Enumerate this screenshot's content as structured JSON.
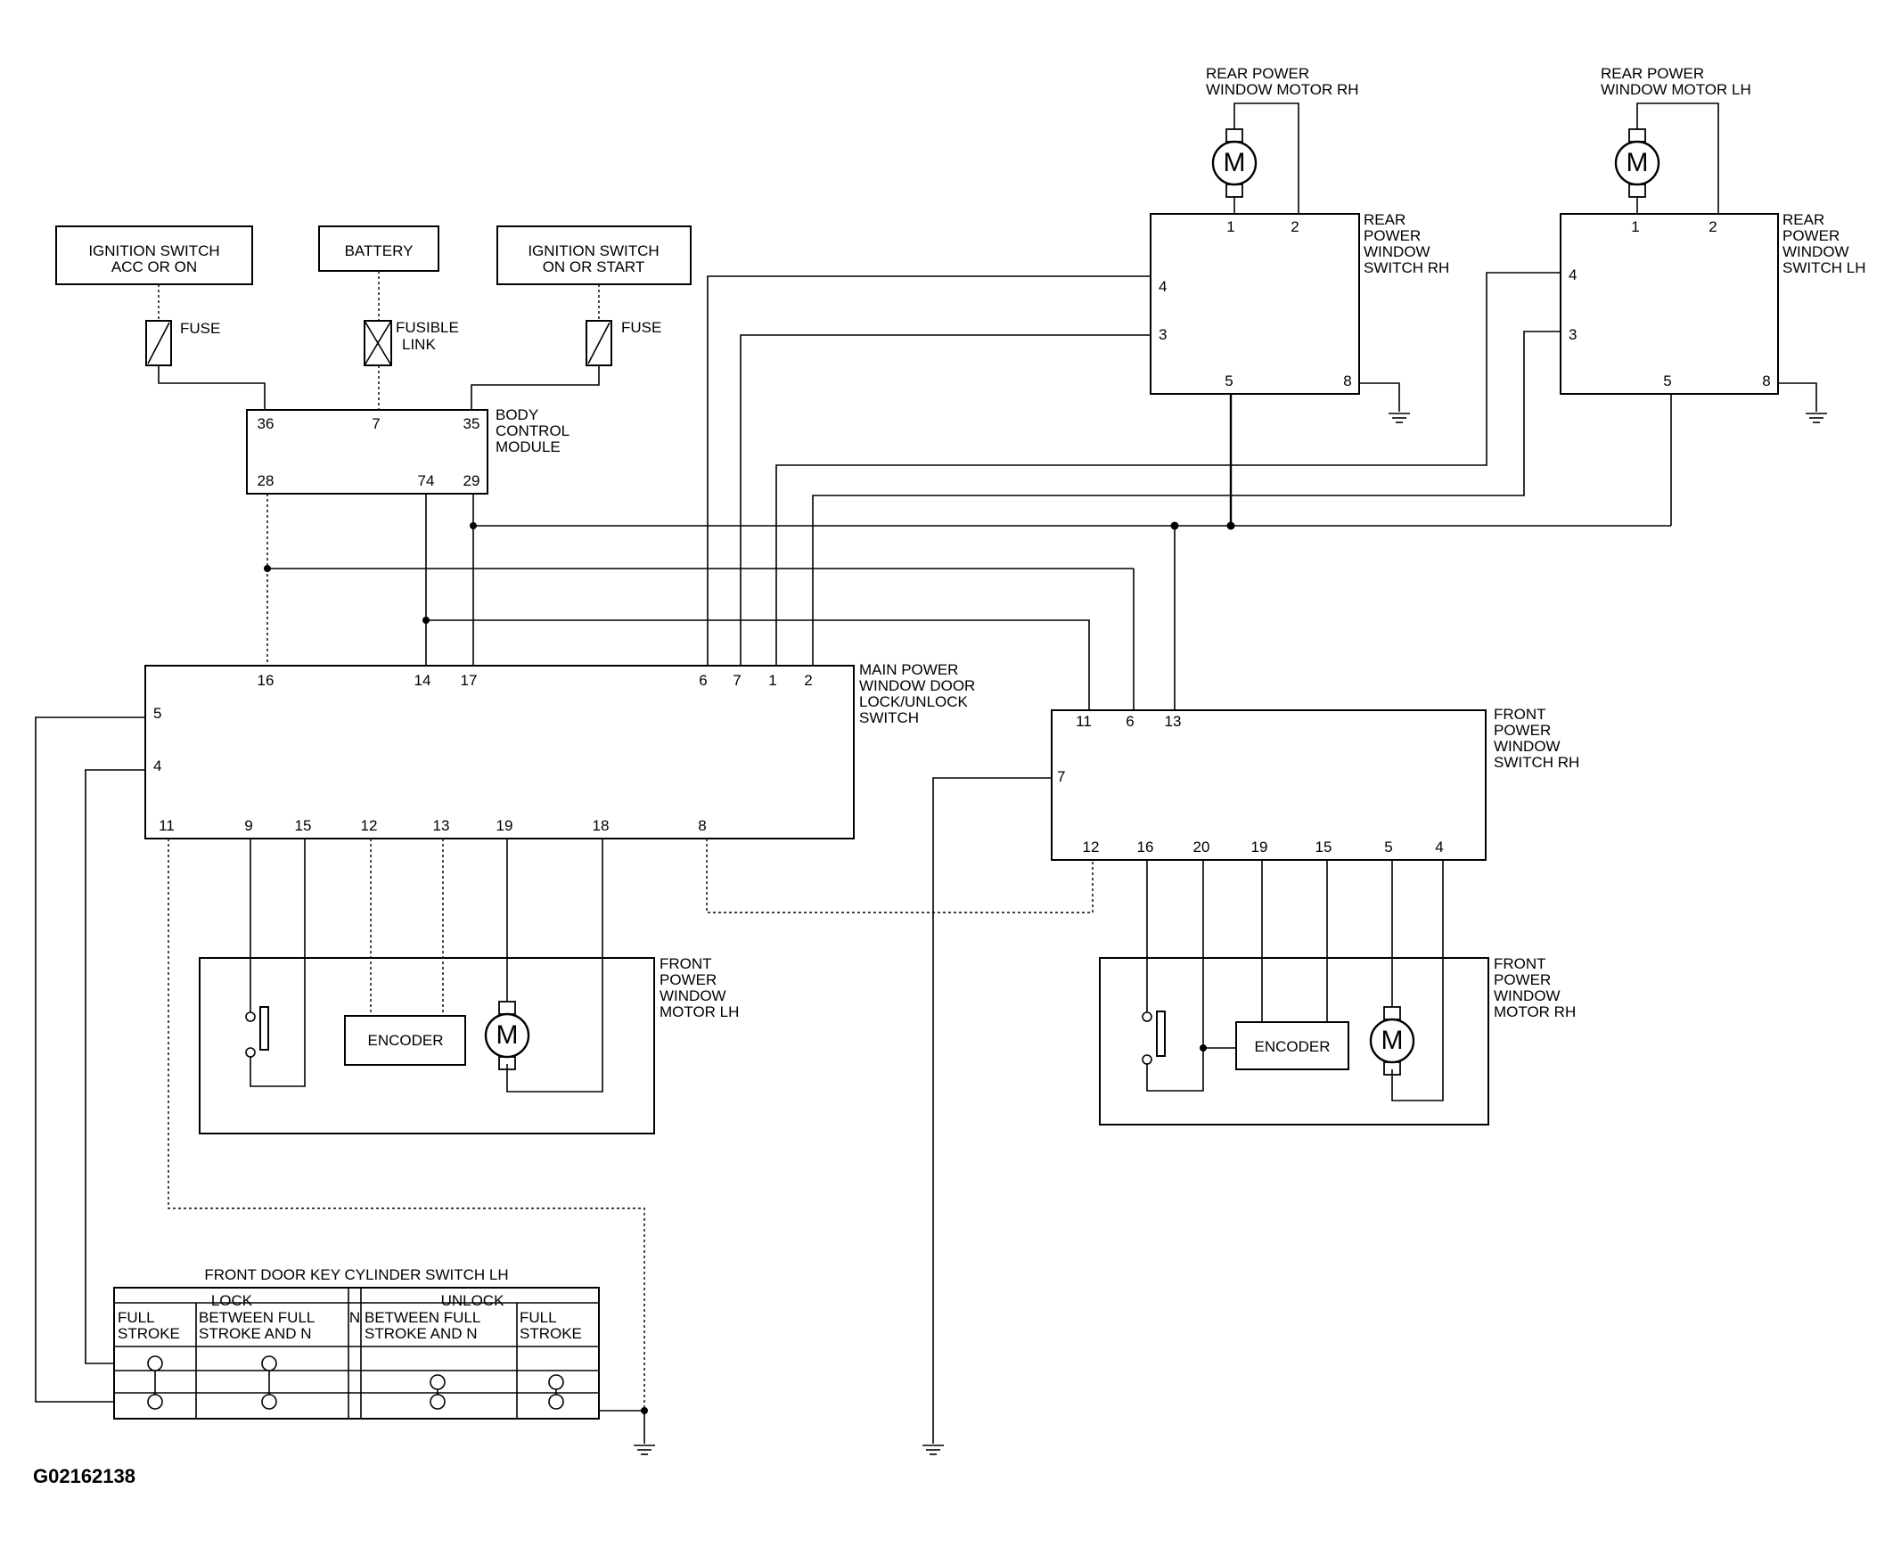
{
  "components": {
    "ign_acc": [
      "IGNITION SWITCH",
      "ACC OR ON"
    ],
    "battery": "BATTERY",
    "ign_start": [
      "IGNITION SWITCH",
      "ON OR START"
    ],
    "fuse": "FUSE",
    "fusible_link": [
      "FUSIBLE",
      "LINK"
    ],
    "bcm": [
      "BODY",
      "CONTROL",
      "MODULE"
    ],
    "main_switch": [
      "MAIN POWER",
      "WINDOW DOOR",
      "LOCK/UNLOCK",
      "SWITCH"
    ],
    "front_switch_rh": [
      "FRONT",
      "POWER",
      "WINDOW",
      "SWITCH RH"
    ],
    "rear_switch_rh": [
      "REAR",
      "POWER",
      "WINDOW",
      "SWITCH RH"
    ],
    "rear_switch_lh": [
      "REAR",
      "POWER",
      "WINDOW",
      "SWITCH LH"
    ],
    "rear_motor_rh": [
      "REAR POWER",
      "WINDOW MOTOR RH"
    ],
    "rear_motor_lh": [
      "REAR POWER",
      "WINDOW MOTOR LH"
    ],
    "front_motor_lh": [
      "FRONT",
      "POWER",
      "WINDOW",
      "MOTOR LH"
    ],
    "front_motor_rh": [
      "FRONT",
      "POWER",
      "WINDOW",
      "MOTOR RH"
    ],
    "encoder": "ENCODER",
    "motor_symbol": "M"
  },
  "pins": {
    "bcm": [
      "36",
      "7",
      "35",
      "28",
      "74",
      "29"
    ],
    "main": [
      "16",
      "14",
      "17",
      "6",
      "7",
      "1",
      "2",
      "5",
      "4",
      "11",
      "9",
      "15",
      "12",
      "13",
      "19",
      "18",
      "8"
    ],
    "front_rh": [
      "11",
      "6",
      "13",
      "7",
      "12",
      "16",
      "20",
      "19",
      "15",
      "5",
      "4"
    ],
    "rear_rh": [
      "1",
      "2",
      "4",
      "3",
      "5",
      "8"
    ],
    "rear_lh": [
      "1",
      "2",
      "4",
      "3",
      "5",
      "8"
    ]
  },
  "key_cylinder": {
    "title": "FRONT DOOR KEY CYLINDER SWITCH LH",
    "lock": "LOCK",
    "n": "N",
    "unlock": "UNLOCK",
    "cols": [
      [
        "FULL",
        "STROKE"
      ],
      [
        "BETWEEN FULL",
        "STROKE AND N"
      ],
      [
        "BETWEEN FULL",
        "STROKE AND N"
      ],
      [
        "FULL",
        "STROKE"
      ]
    ]
  },
  "figure_code": "G02162138"
}
